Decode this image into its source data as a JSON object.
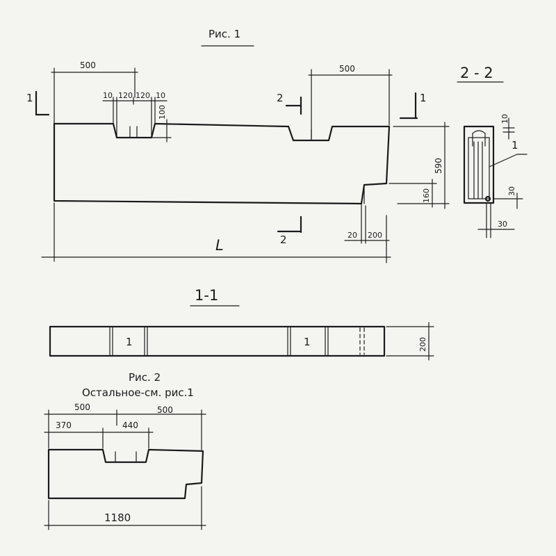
{
  "fig1": {
    "title": "Рис. 1",
    "dim_left_500": "500",
    "dim_right_500": "500",
    "dim_10a": "10",
    "dim_120a": "120",
    "dim_120b": "120",
    "dim_10b": "10",
    "dim_100": "100",
    "dim_590": "590",
    "dim_160": "160",
    "dim_20": "20",
    "dim_200": "200",
    "dim_L": "L",
    "cut1_left": "1",
    "cut1_right": "1",
    "cut2_top": "2",
    "cut2_bottom": "2"
  },
  "section22": {
    "title": "2 - 2",
    "dim_10": "10",
    "dim_30a": "30",
    "dim_30b": "30",
    "callout": "1"
  },
  "section11": {
    "title": "1-1",
    "mark_a": "1",
    "mark_b": "1",
    "dim_200": "200"
  },
  "fig2": {
    "title": "Рис. 2",
    "note": "Остальное-см. рис.1",
    "dim_500a": "500",
    "dim_500b": "500",
    "dim_370": "370",
    "dim_440": "440",
    "dim_1180": "1180"
  }
}
